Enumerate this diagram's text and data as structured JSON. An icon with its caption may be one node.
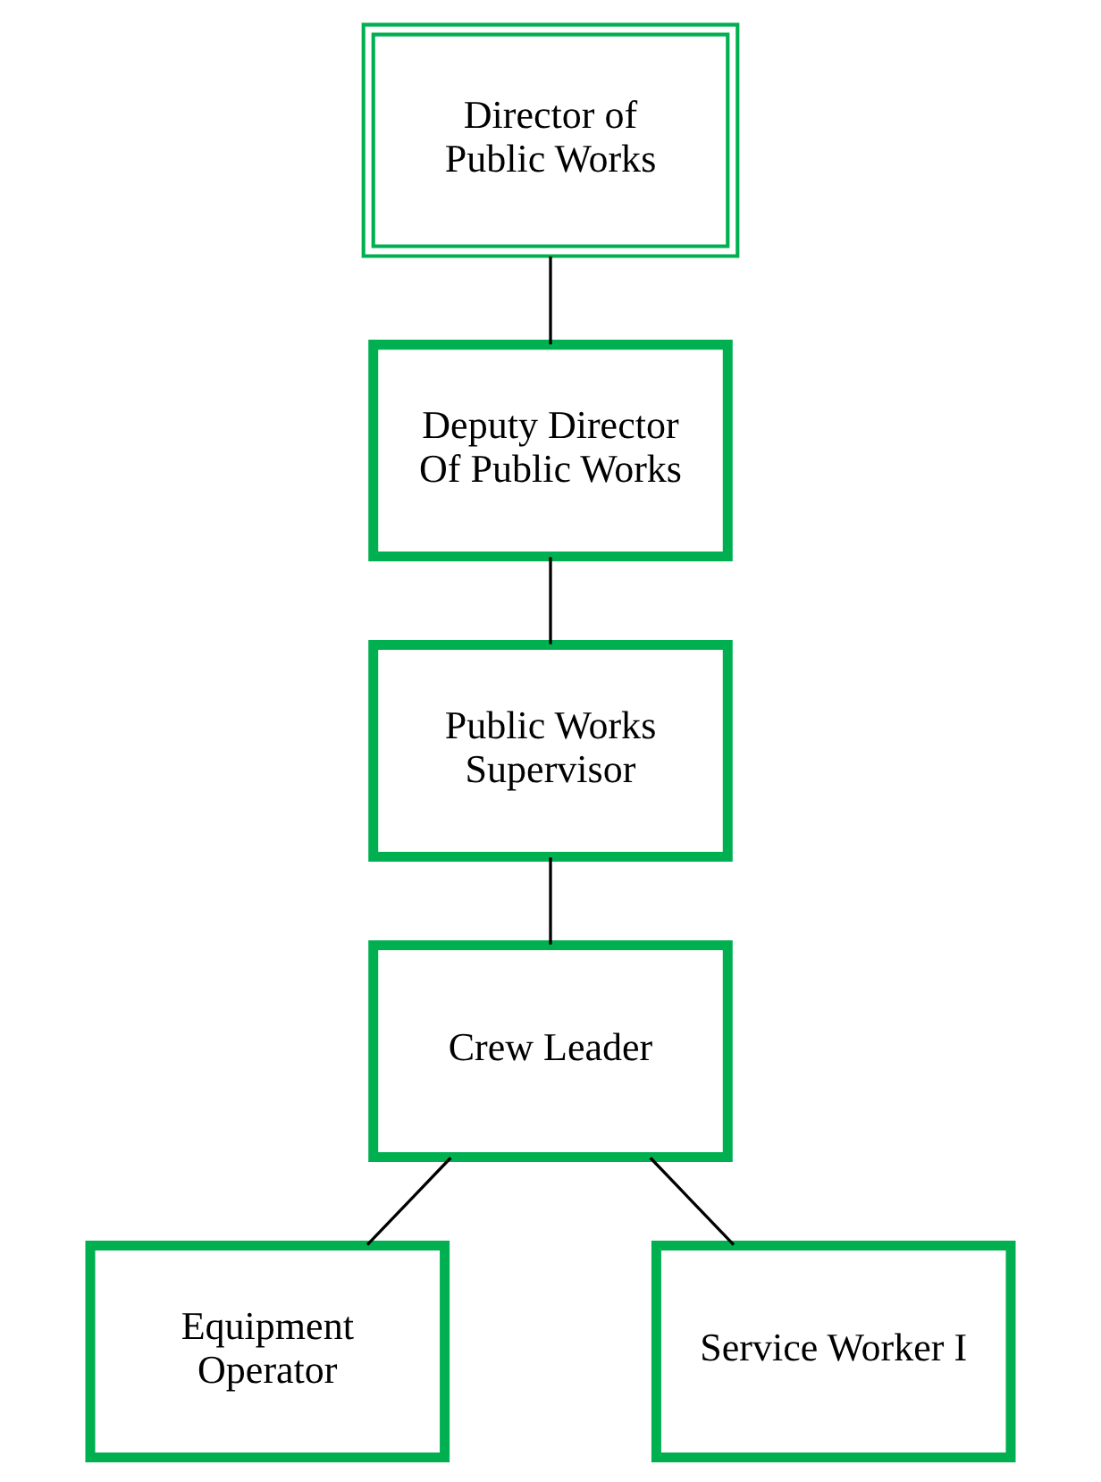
{
  "diagram": {
    "nodes": [
      {
        "text": [
          "Director of Public Works"
        ]
      },
      {
        "text": [
          "Deputy Director Of Public Works"
        ]
      },
      {
        "text": [
          "Public Works Supervisor"
        ]
      },
      {
        "text": [
          "Crew Leader"
        ]
      },
      {
        "text": [
          "Equipment Operator"
        ]
      },
      {
        "text": [
          "Service Worker I"
        ]
      }
    ],
    "edges": [
      {
        "from": 0,
        "to": 1,
        "arrow": "none"
      },
      {
        "from": 1,
        "to": 2,
        "arrow": "none"
      },
      {
        "from": 2,
        "to": 3,
        "arrow": "none"
      },
      {
        "from": 3,
        "to": 4,
        "arrow": "none"
      },
      {
        "from": 3,
        "to": 5,
        "arrow": "none"
      }
    ]
  }
}
